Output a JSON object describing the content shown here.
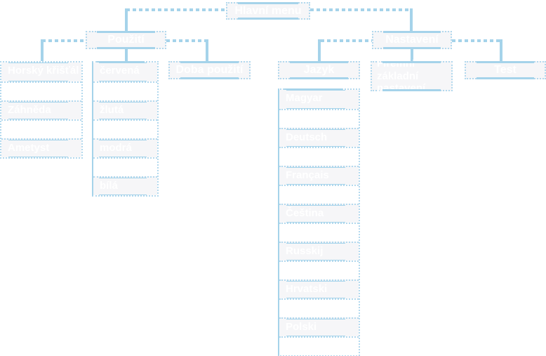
{
  "colors": {
    "line": "#a5d3ea",
    "border_dotted": "#b3d9ee",
    "node_fill": "#f6f6f8",
    "node_text": "#ffffff",
    "background": "#ffffff"
  },
  "nodes": {
    "root": "Hlavní menu",
    "pouziti": "Použití",
    "nastaveni": "Nastavení",
    "doba_pouziti": "Doba použití",
    "jazyk": "Jazyk",
    "firemni": {
      "full": "Firemní základní nastavení",
      "line1": "Firemní základní",
      "line2": "nastavení"
    },
    "test": "Test"
  },
  "lists": {
    "mineraly": [
      "Horský křišťál",
      "Záhněda",
      "Ametyst"
    ],
    "barvy": [
      "červená",
      "žlutá",
      "modrá",
      "bílá"
    ],
    "jazyky": [
      "Magyar",
      "Deutsch",
      "Français",
      "Čeština",
      "Russkij",
      "Hrvatski",
      "Polski"
    ]
  }
}
